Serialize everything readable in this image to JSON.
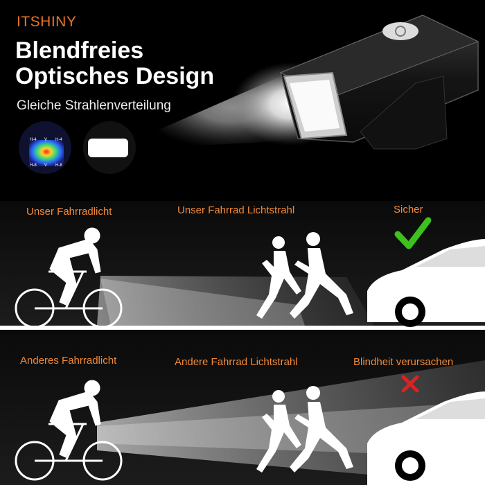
{
  "brand": "ITSHINY",
  "headline": {
    "line1": "Blendfreies",
    "line2": "Optisches Design"
  },
  "subline": "Gleiche Strahlenverteilung",
  "beam_diagram_labels": {
    "top_left": "H-4",
    "top_mid": "V",
    "top_right": "H-4",
    "bottom_left": "H-8",
    "bottom_mid": "V",
    "bottom_right": "H-8"
  },
  "panel_top": {
    "left_label": "Unser Fahrradlicht",
    "mid_label": "Unser Fahrrad Lichtstrahl",
    "right_label": "Sicher",
    "status_icon": "checkmark-icon",
    "status_color": "#3cc21c"
  },
  "panel_bottom": {
    "left_label": "Anderes Fahrradlicht",
    "mid_label": "Andere Fahrrad Lichtstrahl",
    "right_label": "Blindheit verursachen",
    "status_icon": "cross-icon",
    "status_color": "#e02020"
  },
  "colors": {
    "accent": "#e8742a",
    "label": "#f08a3a",
    "background": "#000000"
  }
}
